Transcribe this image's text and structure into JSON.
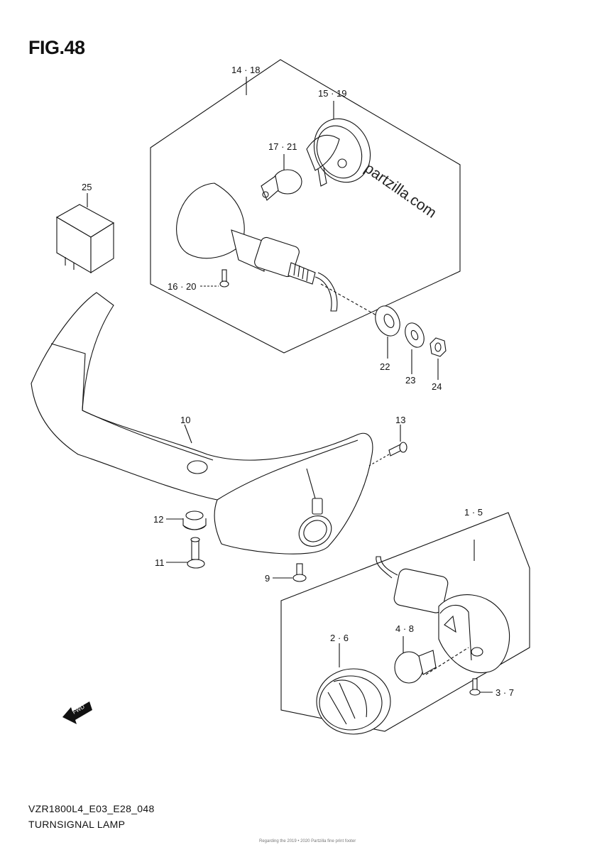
{
  "figure": {
    "title": "FIG.48",
    "model_code": "VZR1800L4_E03_E28_048",
    "name": "TURNSIGNAL LAMP",
    "watermark": "partzilla.com",
    "fine_print": "Regarding the 2019 • 2020 Partzilla fine print footer",
    "fwd_label": "FWD"
  },
  "callouts": {
    "c14_18": "14 · 18",
    "c15_19": "15 · 19",
    "c17_21": "17 · 21",
    "c25": "25",
    "c16_20": "16 · 20",
    "c22": "22",
    "c23": "23",
    "c24": "24",
    "c10": "10",
    "c13": "13",
    "c12": "12",
    "c11": "11",
    "c9": "9",
    "c1_5": "1 · 5",
    "c2_6": "2 · 6",
    "c4_8": "4 · 8",
    "c3_7": "3 · 7"
  },
  "colors": {
    "line": "#111111",
    "background": "#ffffff"
  }
}
